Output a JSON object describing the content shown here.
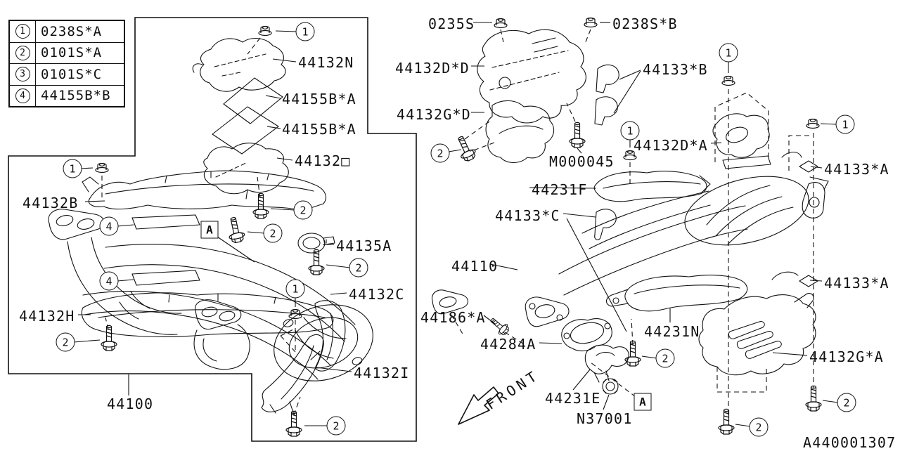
{
  "diagram": {
    "drawing_code": "A440001307",
    "front_label": "FRONT"
  },
  "legend": {
    "rows": [
      {
        "num": "1",
        "code": "0238S*A"
      },
      {
        "num": "2",
        "code": "0101S*A"
      },
      {
        "num": "3",
        "code": "0101S*C"
      },
      {
        "num": "4",
        "code": "44155B*B"
      }
    ]
  },
  "labels": [
    {
      "text": "44132N"
    },
    {
      "text": "44155B*A"
    },
    {
      "text": "44155B*A"
    },
    {
      "text": "44132□"
    },
    {
      "text": "44132B"
    },
    {
      "text": "44135A"
    },
    {
      "text": "44132C"
    },
    {
      "text": "44132H"
    },
    {
      "text": "44132I"
    },
    {
      "text": "44100"
    },
    {
      "text": "0235S"
    },
    {
      "text": "0238S*B"
    },
    {
      "text": "44132D*D"
    },
    {
      "text": "44132G*D"
    },
    {
      "text": "M000045"
    },
    {
      "text": "44132D*A"
    },
    {
      "text": "44133*B"
    },
    {
      "text": "44231F"
    },
    {
      "text": "44133*C"
    },
    {
      "text": "44110"
    },
    {
      "text": "44133*A"
    },
    {
      "text": "44133*A"
    },
    {
      "text": "44186*A"
    },
    {
      "text": "44284A"
    },
    {
      "text": "44231N"
    },
    {
      "text": "44132G*A"
    },
    {
      "text": "44231E"
    },
    {
      "text": "N37001"
    },
    {
      "text": "A440001307"
    }
  ],
  "callouts": [
    {
      "n": "1"
    },
    {
      "n": "1"
    },
    {
      "n": "4"
    },
    {
      "n": "4"
    },
    {
      "n": "2"
    },
    {
      "n": "2"
    },
    {
      "n": "2"
    },
    {
      "n": "2"
    },
    {
      "n": "1"
    },
    {
      "n": "2"
    },
    {
      "n": "2"
    },
    {
      "n": "1"
    },
    {
      "n": "1"
    },
    {
      "n": "1"
    },
    {
      "n": "2"
    },
    {
      "n": "2"
    },
    {
      "n": "2"
    }
  ],
  "markers": [
    {
      "text": "A"
    },
    {
      "text": "A"
    }
  ]
}
